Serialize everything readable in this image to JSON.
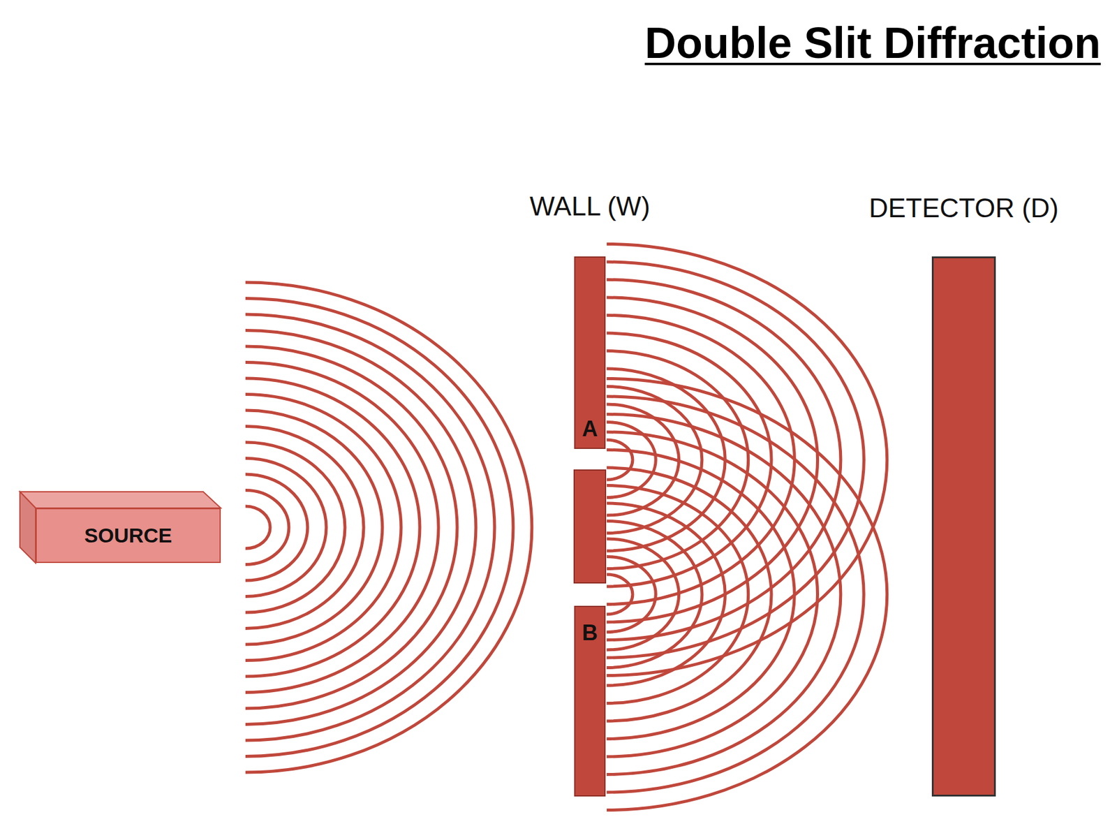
{
  "diagram": {
    "title": "Double Slit Diffraction",
    "nodes": [
      {
        "text": [
          "SOURCE"
        ]
      },
      {
        "text": [
          "WALL (W)"
        ]
      },
      {
        "text": [
          "A"
        ],
        "in": 1
      },
      {
        "text": [
          "B"
        ],
        "in": 1
      },
      {
        "text": [
          "DETECTOR (D)"
        ]
      }
    ]
  }
}
